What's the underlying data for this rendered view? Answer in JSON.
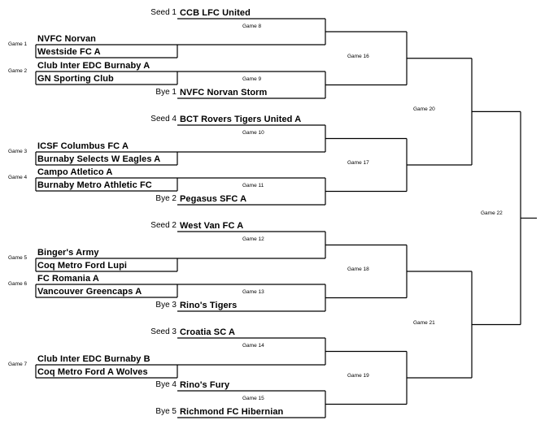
{
  "entries": [
    {
      "id": "s1",
      "prefix": "Seed 1",
      "team": "CCB LFC United"
    },
    {
      "id": "g1a",
      "team": "NVFC Norvan"
    },
    {
      "id": "g1b",
      "team": "Westside FC A"
    },
    {
      "id": "g2a",
      "team": "Club Inter EDC Burnaby A"
    },
    {
      "id": "g2b",
      "team": "GN Sporting Club"
    },
    {
      "id": "b1",
      "prefix": "Bye 1",
      "team": "NVFC Norvan Storm"
    },
    {
      "id": "s4",
      "prefix": "Seed 4",
      "team": "BCT Rovers Tigers United A"
    },
    {
      "id": "g3a",
      "team": "ICSF Columbus FC A"
    },
    {
      "id": "g3b",
      "team": "Burnaby Selects W Eagles A"
    },
    {
      "id": "g4a",
      "team": "Campo Atletico A"
    },
    {
      "id": "g4b",
      "team": "Burnaby Metro Athletic FC"
    },
    {
      "id": "b2",
      "prefix": "Bye 2",
      "team": "Pegasus SFC A"
    },
    {
      "id": "s2",
      "prefix": "Seed 2",
      "team": "West Van FC A"
    },
    {
      "id": "g5a",
      "team": "Binger's Army"
    },
    {
      "id": "g5b",
      "team": "Coq Metro Ford Lupi"
    },
    {
      "id": "g6a",
      "team": "FC Romania A"
    },
    {
      "id": "g6b",
      "team": "Vancouver Greencaps A"
    },
    {
      "id": "b3",
      "prefix": "Bye 3",
      "team": "Rino's Tigers"
    },
    {
      "id": "s3",
      "prefix": "Seed 3",
      "team": "Croatia SC A"
    },
    {
      "id": "g7a",
      "team": "Club Inter EDC Burnaby B"
    },
    {
      "id": "g7b",
      "team": "Coq Metro Ford A Wolves"
    },
    {
      "id": "b4",
      "prefix": "Bye 4",
      "team": "Rino's Fury"
    },
    {
      "id": "b5",
      "prefix": "Bye 5",
      "team": "Richmond FC Hibernian"
    }
  ],
  "first_round_games": [
    "Game 1",
    "Game 2",
    "Game 3",
    "Game 4",
    "Game 5",
    "Game 6",
    "Game 7"
  ],
  "games": [
    "Game 8",
    "Game 9",
    "Game 10",
    "Game 11",
    "Game 12",
    "Game 13",
    "Game 14",
    "Game 15",
    "Game 16",
    "Game 17",
    "Game 18",
    "Game 19",
    "Game 20",
    "Game 21",
    "Game 22"
  ]
}
